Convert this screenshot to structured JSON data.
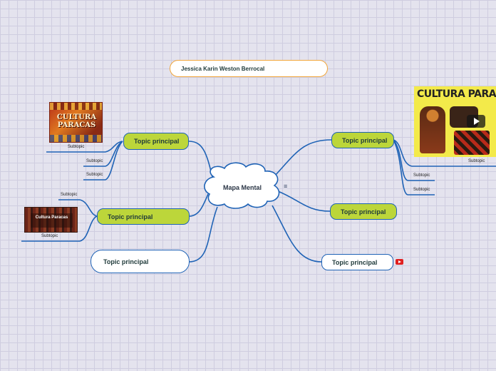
{
  "title": "Jessica Karin Weston Berrocal",
  "central": "Mapa Mental",
  "notes_icon": "notes-icon",
  "topics": {
    "t1": "Topic principal",
    "t2": "Topic principal",
    "t3": "Topic principal",
    "t4": "Topic principal",
    "t5": "Topic principal",
    "t6": "Topic principal"
  },
  "subtopics": {
    "s1": "Subtopic",
    "s2": "Subtopic",
    "s3": "Subtopic",
    "s4": "Subtopic",
    "s5": "Subtopic",
    "s6": "Subtopic",
    "s7": "Subtopic",
    "s8": "Subtopic"
  },
  "images": {
    "img1": "CULTURA PARACAS",
    "img2": "Cultura Paracas",
    "img3": "CULTURA PARACAS"
  },
  "colors": {
    "topic_green": "#bcd63a",
    "line_blue": "#1f63b6",
    "title_border": "#f2a63a",
    "youtube_red": "#e02020"
  }
}
